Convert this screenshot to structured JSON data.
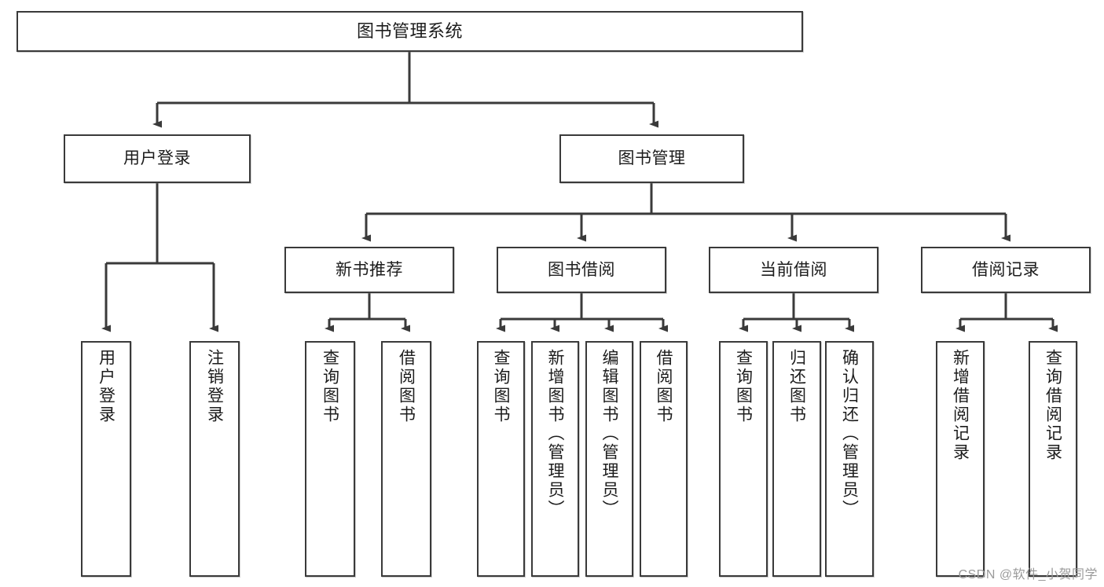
{
  "diagram": {
    "title": "图书管理系统",
    "watermark": "CSDN @软件_小贺同学",
    "colors": {
      "border": "#3a3a3a",
      "text": "#1c1c1c",
      "connector": "#3a3a3a",
      "background": "#ffffff",
      "watermark": "#9a9a9a"
    },
    "root": {
      "label": "图书管理系统"
    },
    "level2": [
      {
        "label": "用户登录"
      },
      {
        "label": "图书管理"
      }
    ],
    "level3": [
      {
        "label": "新书推荐"
      },
      {
        "label": "图书借阅"
      },
      {
        "label": "当前借阅"
      },
      {
        "label": "借阅记录"
      }
    ],
    "leaves": {
      "user_login": [
        {
          "label": "用户登录"
        },
        {
          "label": "注销登录"
        }
      ],
      "new_book_recommend": [
        {
          "label": "查询图书"
        },
        {
          "label": "借阅图书"
        }
      ],
      "book_borrow": [
        {
          "label": "查询图书"
        },
        {
          "label": "新增图书（管理员）"
        },
        {
          "label": "编辑图书（管理员）"
        },
        {
          "label": "借阅图书"
        }
      ],
      "current_borrow": [
        {
          "label": "查询图书"
        },
        {
          "label": "归还图书"
        },
        {
          "label": "确认归还（管理员）"
        }
      ],
      "borrow_record": [
        {
          "label": "新增借阅记录"
        },
        {
          "label": "查询借阅记录"
        }
      ]
    }
  }
}
